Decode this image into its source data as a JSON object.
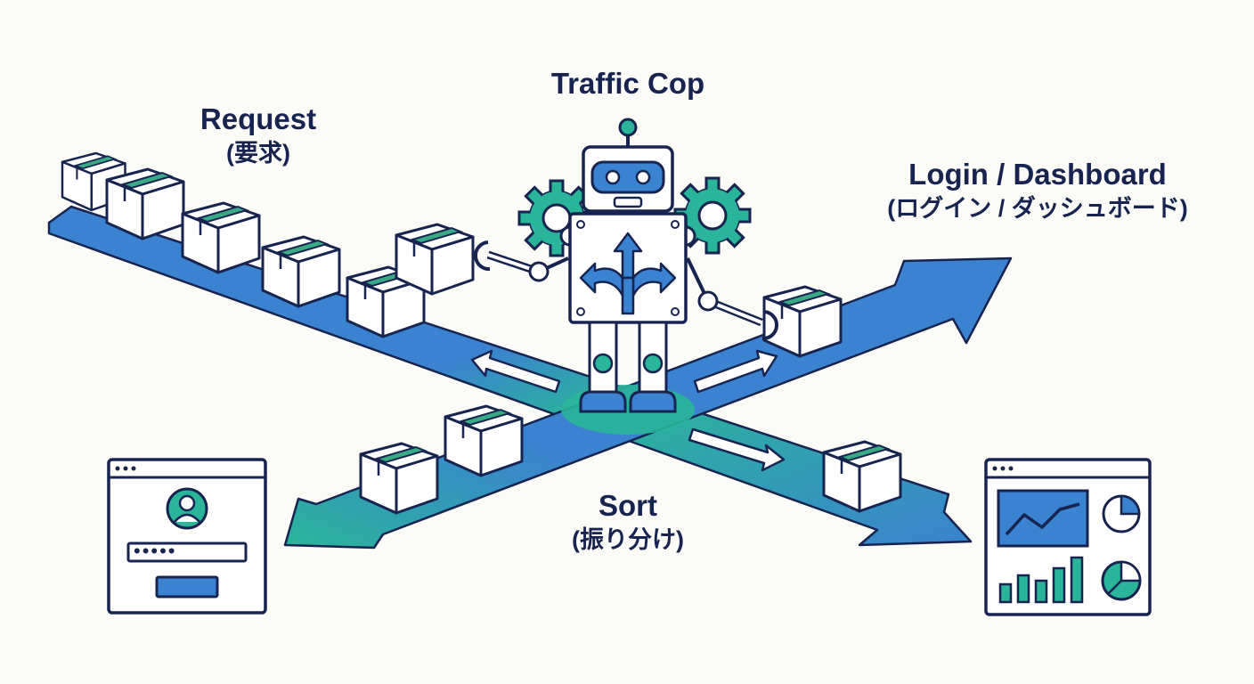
{
  "labels": {
    "request": {
      "title": "Request",
      "subtitle": "(要求)"
    },
    "traffic_cop": {
      "title": "Traffic Cop"
    },
    "login_dashboard": {
      "title": "Login / Dashboard",
      "subtitle": "(ログイン / ダッシュボード)"
    },
    "sort": {
      "title": "Sort",
      "subtitle": "(振り分け)"
    }
  },
  "login_window": {
    "password_mask": "•••••"
  },
  "colors": {
    "ink": "#17244f",
    "blue": "#3b82d0",
    "teal": "#2ab59a",
    "green_accent": "#3aa985",
    "box_fill": "#ffffff",
    "background": "#fbfbf8"
  },
  "icons": [
    "robot-icon",
    "gear-icon",
    "fork-arrows-icon",
    "user-avatar-icon",
    "line-chart-icon",
    "pie-chart-icon",
    "bar-chart-icon",
    "parcel-box-icon"
  ]
}
